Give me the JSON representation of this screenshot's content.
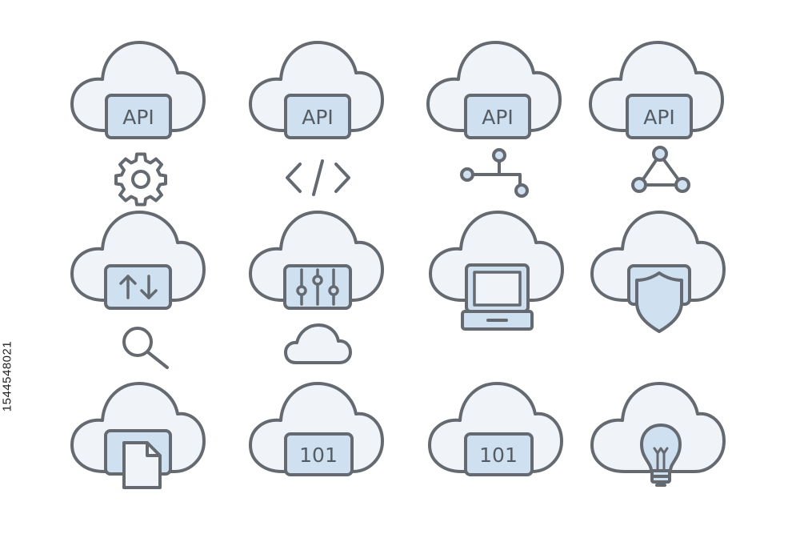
{
  "colors": {
    "stroke": "#646a70",
    "cloud_fill": "#f0f4f9",
    "panel_fill": "#cfe0f1",
    "background": "#ffffff"
  },
  "icons": [
    {
      "id": "cloud-api-settings",
      "panel_text": "API",
      "badge_icon": "gear-icon"
    },
    {
      "id": "cloud-api-code",
      "panel_text": "API",
      "badge_icon": "code-icon"
    },
    {
      "id": "cloud-api-connection",
      "panel_text": "API",
      "badge_icon": "circuit-node-icon"
    },
    {
      "id": "cloud-api-network",
      "panel_text": "API",
      "badge_icon": "network-triangle-icon"
    },
    {
      "id": "cloud-transfer-search",
      "panel_icon": "up-down-arrows-icon",
      "badge_icon": "search-icon"
    },
    {
      "id": "cloud-controls",
      "panel_icon": "sliders-icon",
      "badge_icon": "small-cloud-icon"
    },
    {
      "id": "cloud-laptop",
      "panel_icon": "laptop-icon"
    },
    {
      "id": "cloud-security",
      "panel_icon": "shield-icon"
    },
    {
      "id": "cloud-document",
      "panel_icon": "document-icon"
    },
    {
      "id": "cloud-binary-a",
      "panel_text": "101"
    },
    {
      "id": "cloud-binary-b",
      "panel_text": "101"
    },
    {
      "id": "cloud-idea",
      "panel_icon": "lightbulb-icon"
    }
  ],
  "stock_id": "1544548021"
}
